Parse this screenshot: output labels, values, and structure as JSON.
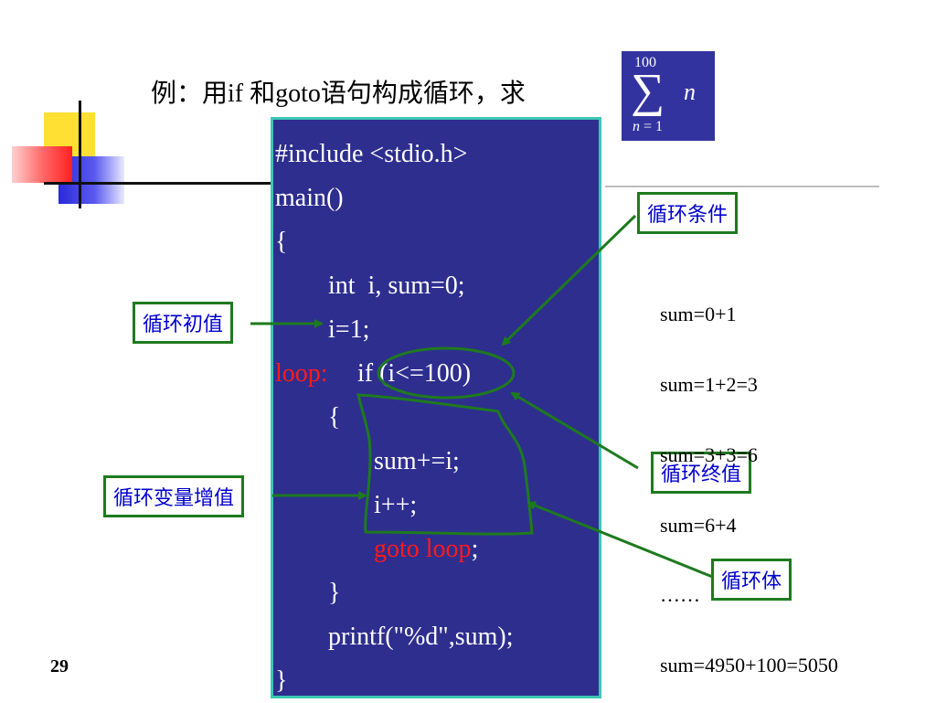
{
  "title": "例：用if 和goto语句构成循环，求",
  "formula": {
    "upper": "100",
    "sigma": "∑",
    "term": "n",
    "lower_var": "n",
    "lower_rest": " = 1"
  },
  "code": [
    {
      "text": "#include <stdio.h>"
    },
    {
      "text": "main()"
    },
    {
      "text": "{"
    },
    {
      "text": "int  i, sum=0;"
    },
    {
      "text": "i=1;"
    },
    {
      "label": "loop:",
      "text": "if (i<=100)"
    },
    {
      "text": "{"
    },
    {
      "text": "sum+=i;"
    },
    {
      "text": "i++;"
    },
    {
      "red": "goto loop",
      "text": ";"
    },
    {
      "text": "}"
    },
    {
      "text": "printf(\"%d\",sum);"
    },
    {
      "text": "}"
    }
  ],
  "labels": {
    "condition": "循环条件",
    "init": "循环初值",
    "end_value": "循环终值",
    "increment": "循环变量增值",
    "body": "循环体"
  },
  "sums": [
    "sum=0+1",
    "sum=1+2=3",
    "sum=3+3=6",
    "sum=6+4",
    "……",
    "sum=4950+100=5050"
  ],
  "page_number": "29",
  "colors": {
    "code_bg": "#2e2e8f",
    "code_border": "#3cc8b4",
    "arrow": "#1e7a1e",
    "label_text": "#0000cc",
    "keyword_red": "#ff1a1a"
  }
}
